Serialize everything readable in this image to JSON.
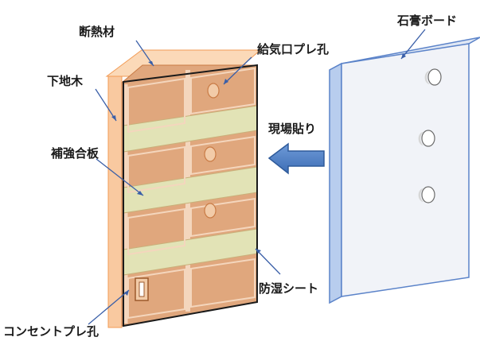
{
  "labels": {
    "insulation": "断熱材",
    "substrate_wood": "下地木",
    "reinforcing_plywood": "補強合板",
    "air_supply_hole": "給気口プレ孔",
    "on_site_bonding": "現場貼り",
    "gypsum_board": "石膏ボード",
    "vapor_barrier_sheet": "防湿シート",
    "outlet_hole": "コンセントプレ孔"
  },
  "colors": {
    "insulation": "#f9c9a0",
    "insulation_edge": "#f29b55",
    "frame_wood": "#e0a77d",
    "plywood": "#e2e3b6",
    "board": "#f1f3f8",
    "board_edge": "#5b83c9",
    "arrow": "#4a7bc4"
  }
}
